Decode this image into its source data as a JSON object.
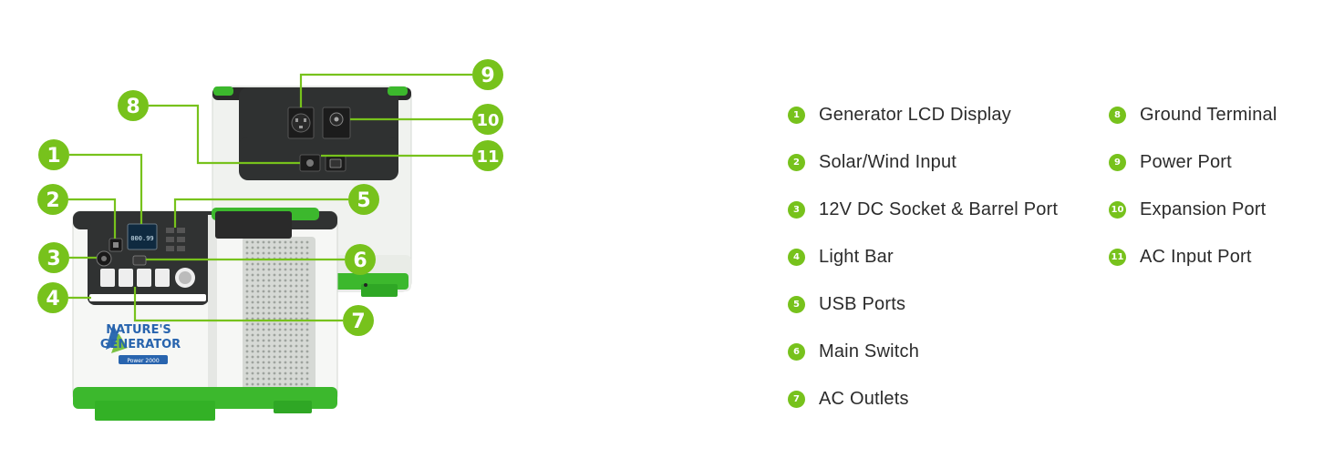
{
  "accent_color": "#77c21c",
  "brand": {
    "logo_line1": "NATURE'S",
    "logo_line2": "GENERATOR",
    "logo_badge": "Power 2000"
  },
  "lcd": {
    "reading": "000.99"
  },
  "legend": {
    "left": [
      {
        "num": "1",
        "label": "Generator LCD Display"
      },
      {
        "num": "2",
        "label": "Solar/Wind Input"
      },
      {
        "num": "3",
        "label": "12V DC Socket & Barrel Port"
      },
      {
        "num": "4",
        "label": "Light Bar"
      },
      {
        "num": "5",
        "label": "USB Ports"
      },
      {
        "num": "6",
        "label": "Main Switch"
      },
      {
        "num": "7",
        "label": "AC Outlets"
      }
    ],
    "right": [
      {
        "num": "8",
        "label": "Ground Terminal"
      },
      {
        "num": "9",
        "label": "Power Port"
      },
      {
        "num": "10",
        "label": "Expansion Port"
      },
      {
        "num": "11",
        "label": "AC Input Port"
      }
    ]
  },
  "callouts": [
    "1",
    "2",
    "3",
    "4",
    "5",
    "6",
    "7",
    "8",
    "9",
    "10",
    "11"
  ]
}
